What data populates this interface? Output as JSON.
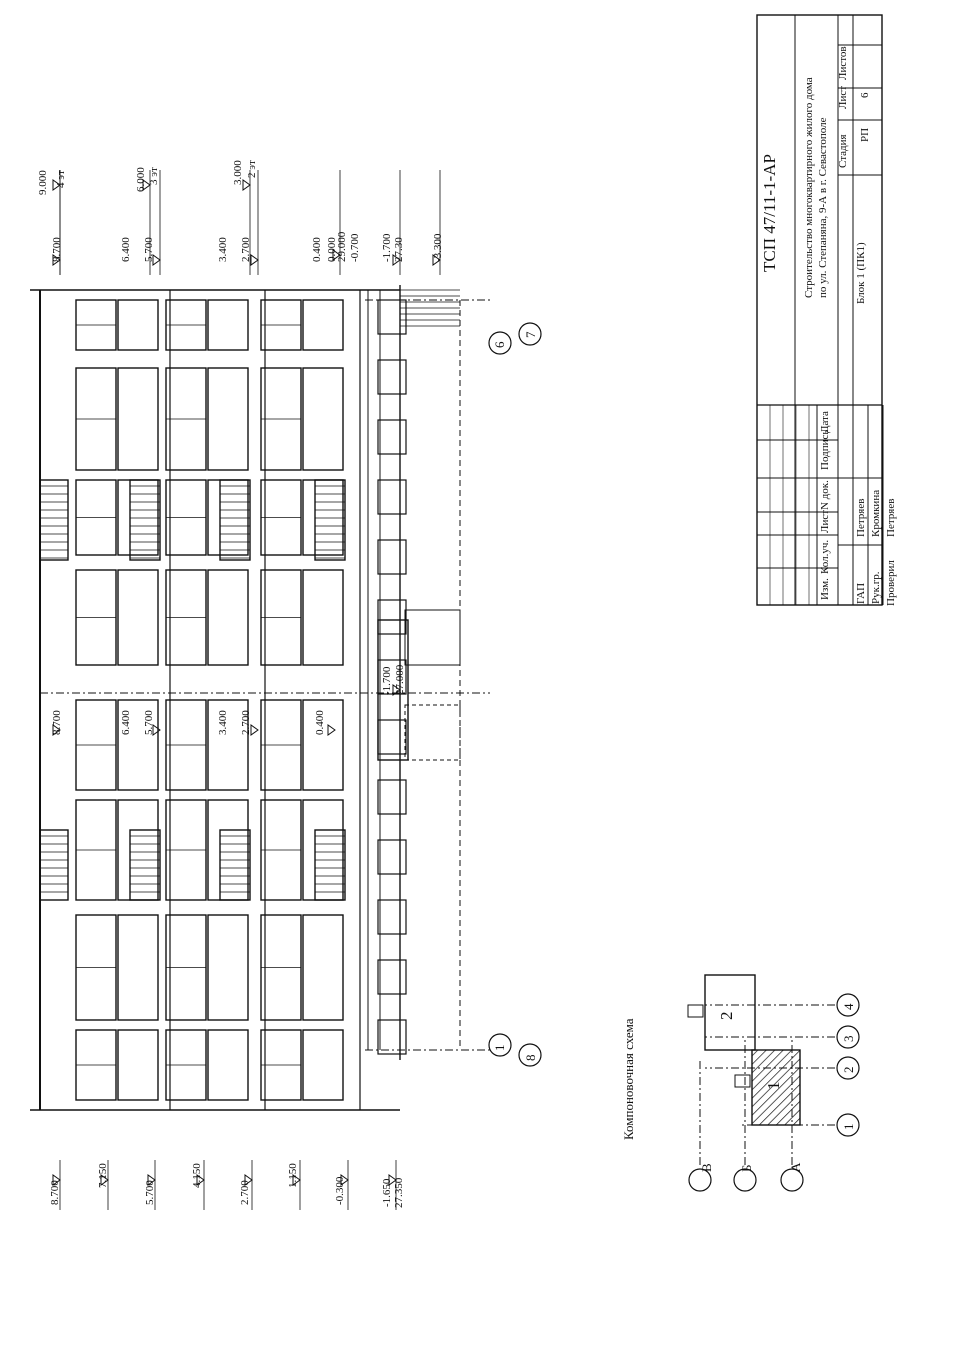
{
  "title_block": {
    "doc_code": "ТСП 47/11-1-АР",
    "project_line1": "Строительство многоквартирного жилого дома",
    "project_line2": "по ул. Степаняна, 9-А в г. Севастополе",
    "sheet_title": "Блок 1 (ПК1)",
    "headers": {
      "izm": "Изм.",
      "kol": "Кол.уч.",
      "list": "Лист",
      "ndok": "N док.",
      "podpis": "Подпись",
      "data": "Дата"
    },
    "roles": [
      {
        "role": "ГАП",
        "name": "Петряев"
      },
      {
        "role": "Рук.гр.",
        "name": "Кромкина"
      },
      {
        "role": "Проверил",
        "name": "Петряев"
      }
    ],
    "stage_label": "Стадия",
    "sheet_label": "Лист",
    "sheets_label": "Листов",
    "stage_value": "РП",
    "sheet_value": "6"
  },
  "elevation": {
    "left_levels": [
      "8.700",
      "7.150",
      "5.700",
      "4.150",
      "2.700",
      "1.150",
      "-0.300",
      "-1.650",
      "27.350"
    ],
    "top_right_levels": [
      "9.000",
      "4 эт",
      "8.700",
      "6.000",
      "3 эт",
      "6.400",
      "5.700",
      "3.000",
      "2 эт",
      "3.400",
      "2.700",
      "0.400",
      "0.000",
      "29.000",
      "-0.700",
      "-1.700",
      "27.30",
      "-3.300"
    ],
    "mid_levels": [
      "8.700",
      "6.400",
      "5.700",
      "3.400",
      "2.700",
      "0.400",
      "-1.700",
      "27.000"
    ],
    "axes_right": [
      "6",
      "7"
    ],
    "axes_left": [
      "1",
      "8"
    ]
  },
  "scheme": {
    "caption": "Компоновочная схема",
    "row_axes": [
      "В",
      "Б",
      "А"
    ],
    "col_axes": [
      "1",
      "2",
      "3",
      "4"
    ],
    "block_labels": [
      "1",
      "2"
    ]
  }
}
